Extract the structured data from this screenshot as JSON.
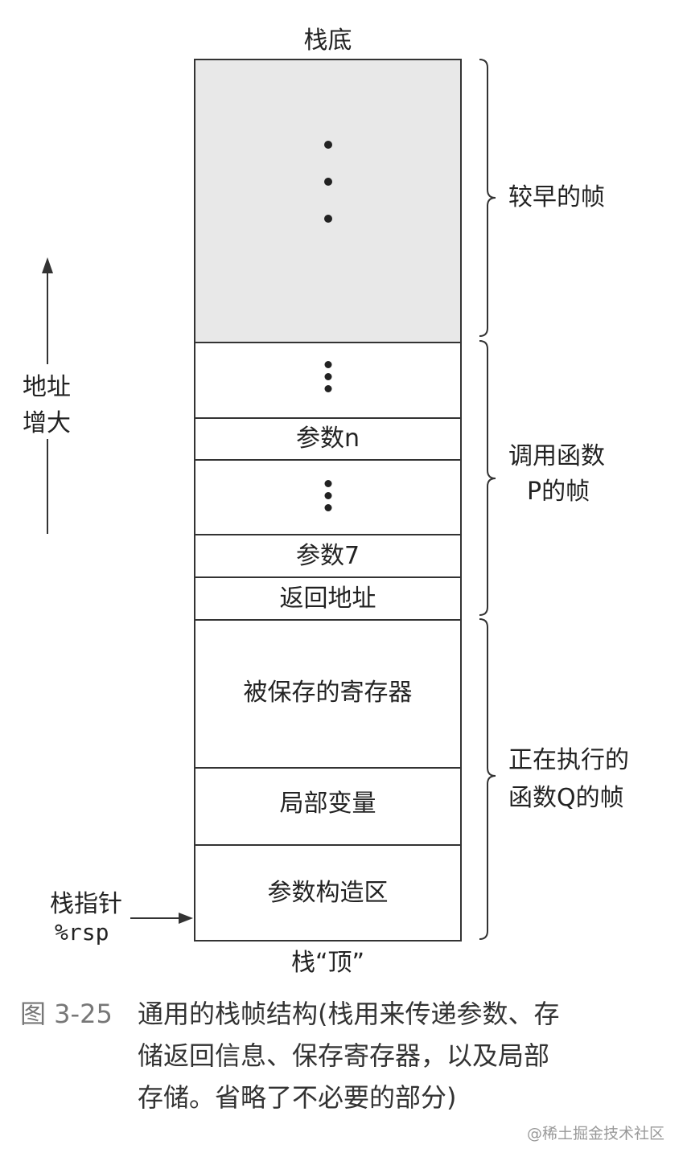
{
  "stack": {
    "bottom_label": "栈底",
    "top_label": "栈“顶”",
    "cells": {
      "param_n": "参数n",
      "param_7": "参数7",
      "return_addr": "返回地址",
      "saved_regs": "被保存的寄存器",
      "locals": "局部变量",
      "arg_build": "参数构造区"
    }
  },
  "braces": {
    "earlier": "较早的帧",
    "caller_line1": "调用函数",
    "caller_line2": "P的帧",
    "current_line1": "正在执行的",
    "current_line2": "函数Q的帧"
  },
  "axis": {
    "line1": "地址",
    "line2": "增大"
  },
  "stack_pointer": {
    "line1": "栈指针",
    "line2": "%rsp"
  },
  "caption": {
    "number": "图 3-25",
    "line1": "通用的栈帧结构(栈用来传递参数、存",
    "line2": "储返回信息、保存寄存器，以及局部",
    "line3": "存储。省略了不必要的部分)"
  },
  "watermark": "@稀土掘金技术社区",
  "colors": {
    "earlier_frame_fill": "#e8e8e8",
    "ink": "#222222"
  }
}
